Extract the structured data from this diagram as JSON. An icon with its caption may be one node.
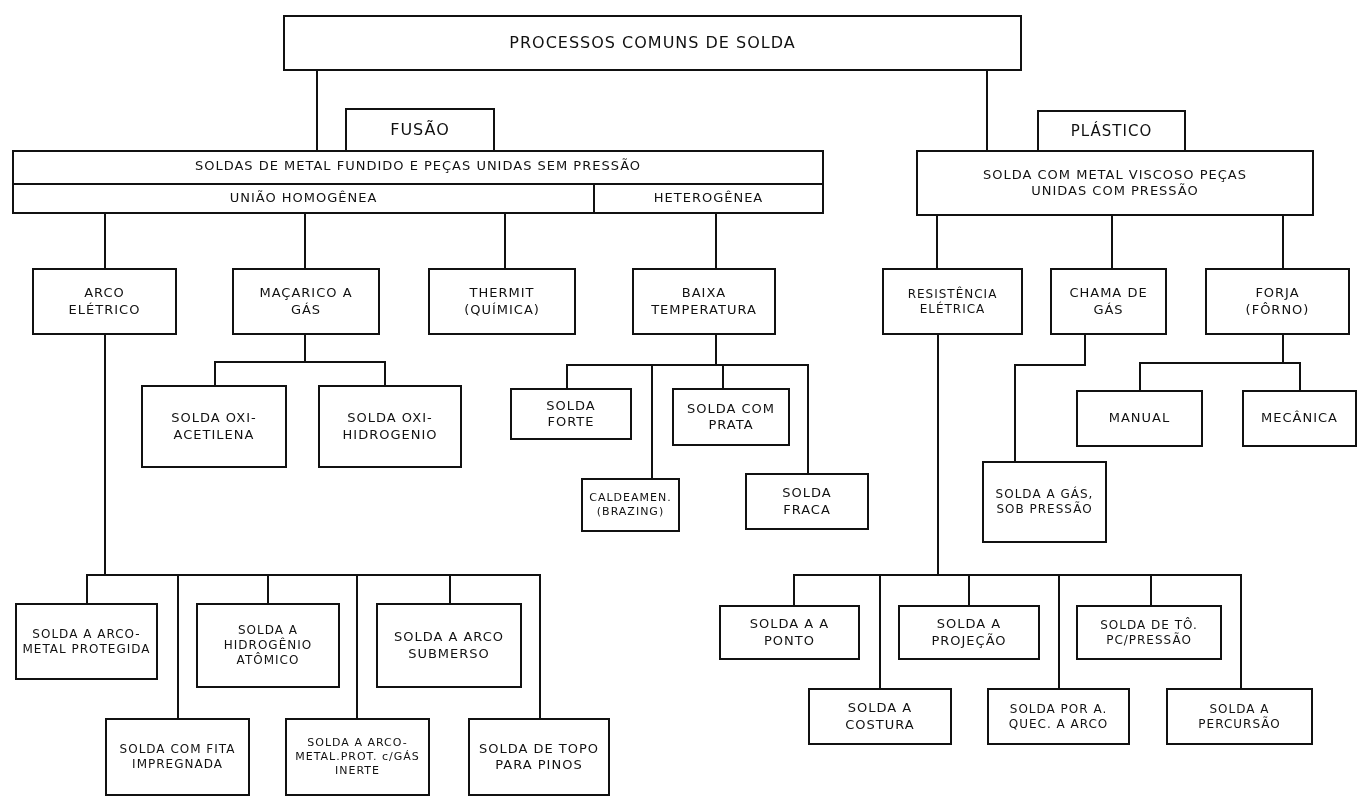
{
  "diagram": {
    "nodes": [
      {
        "text": [
          "PROCESSOS COMUNS DE SOLDA"
        ]
      },
      {
        "text": [
          "FUSÃO"
        ]
      },
      {
        "text": [
          "SOLDAS DE METAL FUNDIDO E PEÇAS UNIDAS SEM PRESSÃO"
        ]
      },
      {
        "text": [
          "UNIÃO HOMOGÊNEA"
        ],
        "in": 2
      },
      {
        "text": [
          "HETEROGÊNEA"
        ],
        "in": 2
      },
      {
        "text": [
          "PLÁSTICO"
        ]
      },
      {
        "text": [
          "SOLDA COM METAL VISCOSO PEÇAS UNIDAS COM PRESSÃO"
        ]
      },
      {
        "text": [
          "ARCO ELÉTRICO"
        ]
      },
      {
        "text": [
          "MAÇARICO A GÁS"
        ]
      },
      {
        "text": [
          "THERMIT (QUÍMICA)"
        ]
      },
      {
        "text": [
          "BAIXA TEMPERATURA"
        ]
      },
      {
        "text": [
          "RESISTÊNCIA ELÉTRICA"
        ]
      },
      {
        "text": [
          "CHAMA DE GÁS"
        ]
      },
      {
        "text": [
          "FORJA (FÔRNO)"
        ]
      },
      {
        "text": [
          "SOLDA OXI-ACETILENA"
        ]
      },
      {
        "text": [
          "SOLDA OXI-HIDROGENIO"
        ]
      },
      {
        "text": [
          "SOLDA FORTE"
        ]
      },
      {
        "text": [
          "SOLDA COM PRATA"
        ]
      },
      {
        "text": [
          "CALDEAMEN. (BRAZING)"
        ]
      },
      {
        "text": [
          "SOLDA FRACA"
        ]
      },
      {
        "text": [
          "SOLDA A GÁS, SOB PRESSÃO"
        ]
      },
      {
        "text": [
          "MANUAL"
        ]
      },
      {
        "text": [
          "MECÂNICA"
        ]
      },
      {
        "text": [
          "SOLDA A ARCO-METAL PROTEGIDA"
        ]
      },
      {
        "text": [
          "SOLDA COM FITA IMPREGNADA"
        ]
      },
      {
        "text": [
          "SOLDA A HIDROGÊNIO ATÔMICO"
        ]
      },
      {
        "text": [
          "SOLDA A ARCO-METAL.PROT. c/GÁS INERTE"
        ]
      },
      {
        "text": [
          "SOLDA A ARCO SUBMERSO"
        ]
      },
      {
        "text": [
          "SOLDA DE TOPO PARA PINOS"
        ]
      },
      {
        "text": [
          "SOLDA A A PONTO"
        ]
      },
      {
        "text": [
          "SOLDA A COSTURA"
        ]
      },
      {
        "text": [
          "SOLDA A PROJEÇÃO"
        ]
      },
      {
        "text": [
          "SOLDA POR A. QUEC. A ARCO"
        ]
      },
      {
        "text": [
          "SOLDA DE TÔ. PC/PRESSÃO"
        ]
      },
      {
        "text": [
          "SOLDA A PERCURSÃO"
        ]
      }
    ],
    "edges": [
      {
        "from": 0,
        "to": 2,
        "arrow": "none"
      },
      {
        "from": 0,
        "to": 6,
        "arrow": "none"
      },
      {
        "from": 3,
        "to": 7,
        "arrow": "none"
      },
      {
        "from": 3,
        "to": 8,
        "arrow": "none"
      },
      {
        "from": 3,
        "to": 9,
        "arrow": "none"
      },
      {
        "from": 4,
        "to": 10,
        "arrow": "none"
      },
      {
        "from": 6,
        "to": 11,
        "arrow": "none"
      },
      {
        "from": 6,
        "to": 12,
        "arrow": "none"
      },
      {
        "from": 6,
        "to": 13,
        "arrow": "none"
      },
      {
        "from": 8,
        "to": 14,
        "arrow": "none"
      },
      {
        "from": 8,
        "to": 15,
        "arrow": "none"
      },
      {
        "from": 10,
        "to": 16,
        "arrow": "none"
      },
      {
        "from": 10,
        "to": 17,
        "arrow": "none"
      },
      {
        "from": 10,
        "to": 18,
        "arrow": "none"
      },
      {
        "from": 10,
        "to": 19,
        "arrow": "none"
      },
      {
        "from": 12,
        "to": 20,
        "arrow": "none"
      },
      {
        "from": 13,
        "to": 21,
        "arrow": "none"
      },
      {
        "from": 13,
        "to": 22,
        "arrow": "none"
      },
      {
        "from": 7,
        "to": 23,
        "arrow": "none"
      },
      {
        "from": 7,
        "to": 24,
        "arrow": "none"
      },
      {
        "from": 7,
        "to": 25,
        "arrow": "none"
      },
      {
        "from": 7,
        "to": 26,
        "arrow": "none"
      },
      {
        "from": 7,
        "to": 27,
        "arrow": "none"
      },
      {
        "from": 7,
        "to": 28,
        "arrow": "none"
      },
      {
        "from": 11,
        "to": 29,
        "arrow": "none"
      },
      {
        "from": 11,
        "to": 30,
        "arrow": "none"
      },
      {
        "from": 11,
        "to": 31,
        "arrow": "none"
      },
      {
        "from": 11,
        "to": 32,
        "arrow": "none"
      },
      {
        "from": 11,
        "to": 33,
        "arrow": "none"
      },
      {
        "from": 11,
        "to": 34,
        "arrow": "none"
      }
    ]
  }
}
